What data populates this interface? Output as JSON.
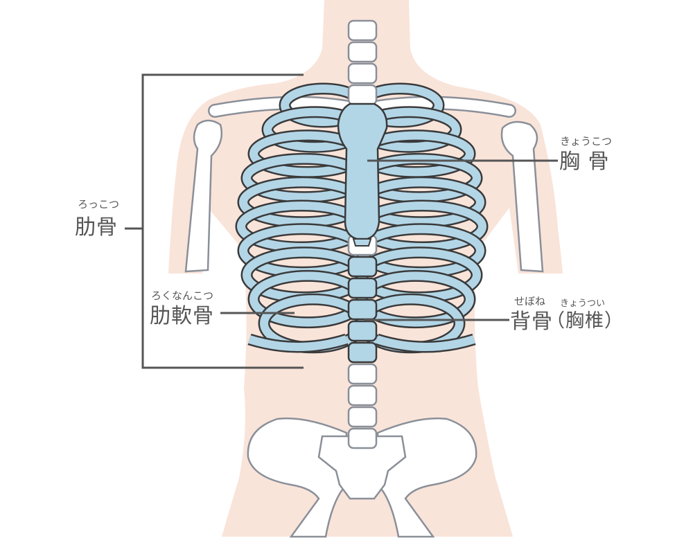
{
  "labels": {
    "rib": {
      "ruby": "ろっこつ",
      "text": "肋骨"
    },
    "sternum": {
      "ruby": "きょうこつ",
      "text": "胸 骨"
    },
    "costal_cartilage": {
      "ruby": "ろくなんこつ",
      "text": "肋軟骨"
    },
    "spine": {
      "ruby": "せぼね",
      "text": "背骨",
      "sub_ruby": "きょうつい",
      "sub_text": "（胸椎）"
    }
  },
  "colors": {
    "skin": "#f9e4da",
    "bone_blue": "#b3d6e7",
    "bone_white": "#ffffff",
    "outline": "#3a3a3a",
    "leader_line": "#555555"
  }
}
